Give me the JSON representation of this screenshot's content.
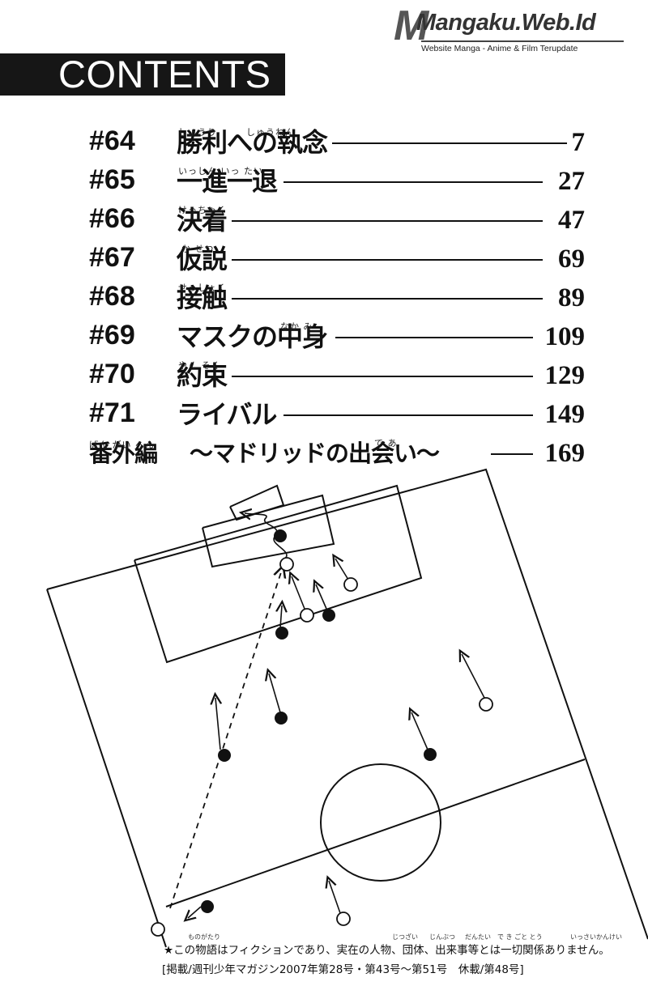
{
  "logo": {
    "brand": "Mangaku.Web.Id",
    "initial": "M",
    "tagline": "Website Manga - Anime & Film Terupdate"
  },
  "header": {
    "title": "CONTENTS"
  },
  "toc": [
    {
      "number": "#64",
      "title": "勝利への執念",
      "ruby": "しょうり　　　しゅうねん",
      "page": "7"
    },
    {
      "number": "#65",
      "title": "一進一退",
      "ruby": "いっしん いっ たい",
      "page": "27"
    },
    {
      "number": "#66",
      "title": "決着",
      "ruby": "けっちゃく",
      "page": "47"
    },
    {
      "number": "#67",
      "title": "仮説",
      "ruby": "か せつ",
      "page": "69"
    },
    {
      "number": "#68",
      "title": "接触",
      "ruby": "せっしょく",
      "page": "89"
    },
    {
      "number": "#69",
      "title": "マスクの中身",
      "ruby": "なか み",
      "page": "109"
    },
    {
      "number": "#70",
      "title": "約束",
      "ruby": "やく そく",
      "page": "129"
    },
    {
      "number": "#71",
      "title": "ライバル",
      "ruby": "",
      "page": "149"
    },
    {
      "number": "番外編",
      "number_ruby": "ばん がい へん",
      "title": "〜マドリッドの出会い〜",
      "ruby": "で あ",
      "page": "169"
    }
  ],
  "notice": {
    "text": "★この物語はフィクションであり、実在の人物、団体、出来事等とは一切関係ありません。",
    "ruby_monogatari": "ものがたり",
    "ruby_jitsuzai": "じつざい",
    "ruby_jinbutsu": "じんぶつ",
    "ruby_dantai": "だんたい",
    "ruby_dekigoto": "で き ごと とう",
    "ruby_issai": "いっさいかんけい"
  },
  "publication": {
    "text": "[掲載/週刊少年マガジン2007年第28号・第43号〜第51号　休載/第48号]"
  }
}
